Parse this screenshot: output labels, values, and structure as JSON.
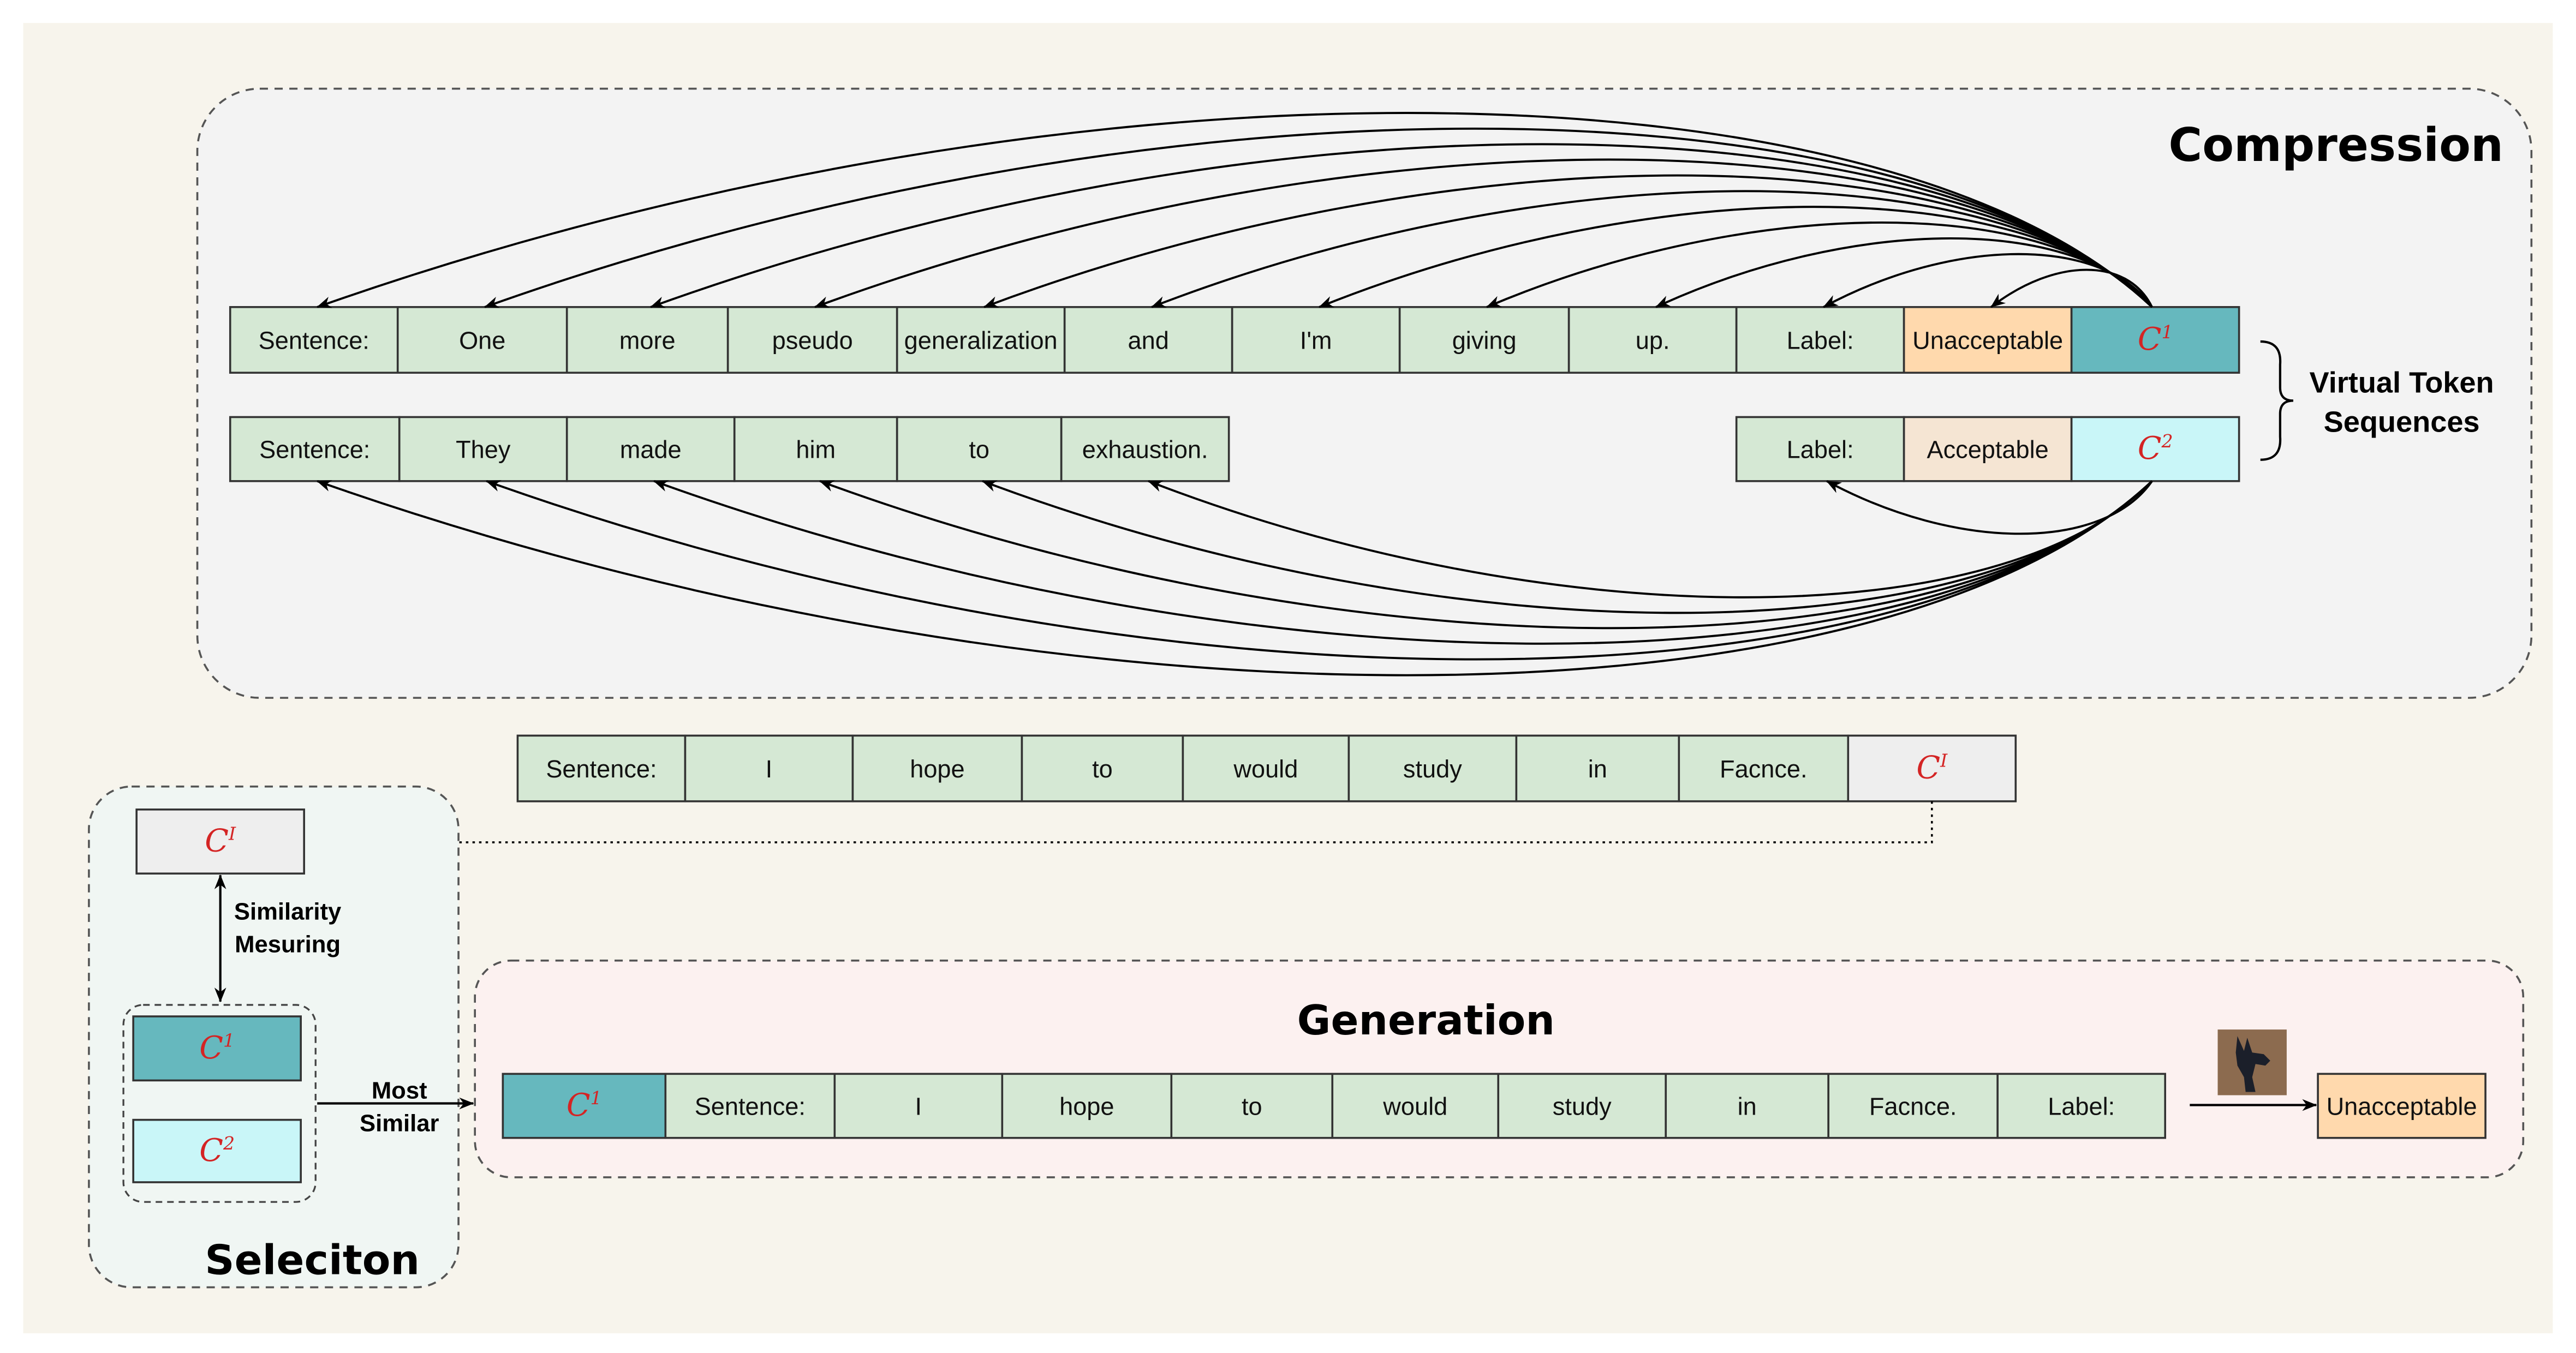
{
  "compression": {
    "title": "Compression",
    "row1_tokens": [
      "Sentence:",
      "One",
      "more",
      "pseudo",
      "generalization",
      "and",
      "I'm",
      "giving",
      "up.",
      "Label:",
      "Unacceptable"
    ],
    "row1_symbol": {
      "base": "C",
      "sup": "1"
    },
    "row2_sentence_tokens": [
      "Sentence:",
      "They",
      "made",
      "him",
      "to",
      "exhaustion."
    ],
    "row2_label_tokens": [
      "Label:",
      "Acceptable"
    ],
    "row2_symbol": {
      "base": "C",
      "sup": "2"
    },
    "brace_label": [
      "Virtual Token",
      "Sequences"
    ]
  },
  "query": {
    "tokens": [
      "Sentence:",
      "I",
      "hope",
      "to",
      "would",
      "study",
      "in",
      "Facnce."
    ],
    "symbol": {
      "base": "C",
      "sup": "I"
    }
  },
  "selection": {
    "title": "Seleciton",
    "query_symbol": {
      "base": "C",
      "sup": "I"
    },
    "similarity_label": [
      "Similarity",
      "Mesuring"
    ],
    "candidates": [
      {
        "base": "C",
        "sup": "1"
      },
      {
        "base": "C",
        "sup": "2"
      }
    ],
    "result_label": [
      "Most",
      "Similar"
    ]
  },
  "generation": {
    "title": "Generation",
    "prefix_symbol": {
      "base": "C",
      "sup": "1"
    },
    "tokens": [
      "Sentence:",
      "I",
      "hope",
      "to",
      "would",
      "study",
      "in",
      "Facnce.",
      "Label:"
    ],
    "model_icon": "llama-icon",
    "output": "Unacceptable"
  },
  "colors": {
    "canvas": "#f7f4ec",
    "token": "#d5e8d4",
    "unacceptable": "#ffd9ad",
    "acceptable": "#f5e5d3",
    "c1": "#66b8be",
    "c2": "#c9f6f8",
    "ci": "#eeeeee",
    "compression_panel": "#f3f3f3",
    "selection_panel": "#f0f6f3",
    "generation_panel": "#fcf1f0",
    "llama_bg": "#8c6b4f"
  }
}
